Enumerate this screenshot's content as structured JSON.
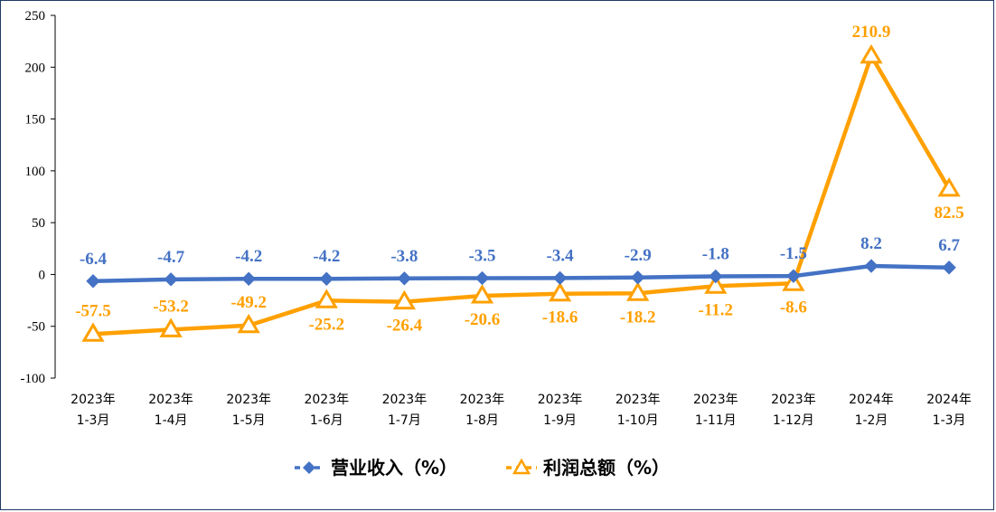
{
  "chart_data": {
    "type": "line",
    "categories": [
      [
        "2023年",
        "1-3月"
      ],
      [
        "2023年",
        "1-4月"
      ],
      [
        "2023年",
        "1-5月"
      ],
      [
        "2023年",
        "1-6月"
      ],
      [
        "2023年",
        "1-7月"
      ],
      [
        "2023年",
        "1-8月"
      ],
      [
        "2023年",
        "1-9月"
      ],
      [
        "2023年",
        "1-10月"
      ],
      [
        "2023年",
        "1-11月"
      ],
      [
        "2023年",
        "1-12月"
      ],
      [
        "2024年",
        "1-2月"
      ],
      [
        "2024年",
        "1-3月"
      ]
    ],
    "ylim": [
      -100,
      250
    ],
    "yticks": [
      -100,
      -50,
      0,
      50,
      100,
      150,
      200,
      250
    ],
    "grid": false,
    "legend_position": "bottom",
    "series": [
      {
        "name": "营业收入（%）",
        "color": "#4472c4",
        "marker": "diamond",
        "values": [
          -6.4,
          -4.7,
          -4.2,
          -4.2,
          -3.8,
          -3.5,
          -3.4,
          -2.9,
          -1.8,
          -1.5,
          8.2,
          6.7
        ],
        "labels": [
          "-6.4",
          "-4.7",
          "-4.2",
          "-4.2",
          "-3.8",
          "-3.5",
          "-3.4",
          "-2.9",
          "-1.8",
          "-1.5",
          "8.2",
          "6.7"
        ]
      },
      {
        "name": "利润总额（%）",
        "color": "#ffa000",
        "marker": "triangle",
        "values": [
          -57.5,
          -53.2,
          -49.2,
          -25.2,
          -26.4,
          -20.6,
          -18.6,
          -18.2,
          -11.2,
          -8.6,
          210.9,
          82.5
        ],
        "labels": [
          "-57.5",
          "-53.2",
          "-49.2",
          "-25.2",
          "-26.4",
          "-20.6",
          "-18.6",
          "-18.2",
          "-11.2",
          "-8.6",
          "210.9",
          "82.5"
        ]
      }
    ]
  }
}
